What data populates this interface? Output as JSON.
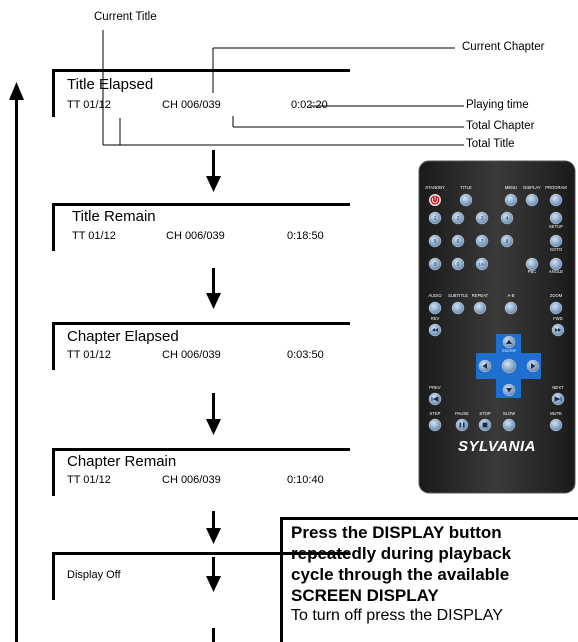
{
  "callouts": {
    "current_title": "Current Title",
    "current_chapter": "Current Chapter",
    "playing_time": "Playing time",
    "total_chapter": "Total Chapter",
    "total_title": "Total Title"
  },
  "screens": [
    {
      "heading": "Title Elapsed",
      "tt": "TT  01/12",
      "ch": "CH  006/039",
      "time": "0:02:20"
    },
    {
      "heading": "Title Remain",
      "tt": "TT  01/12",
      "ch": "CH  006/039",
      "time": "0:18:50"
    },
    {
      "heading": "Chapter Elapsed",
      "tt": "TT  01/12",
      "ch": "CH  006/039",
      "time": "0:03:50"
    },
    {
      "heading": "Chapter Remain",
      "tt": "TT  01/12",
      "ch": "CH  006/039",
      "time": "0:10:40"
    },
    {
      "heading": "Display Off"
    }
  ],
  "note": {
    "heading": "Press the DISPLAY button\nrepeatedly during playback\ncycle through the available\nSCREEN DISPLAY",
    "body": "To turn off press the DISPLAY"
  },
  "remote": {
    "brand": "SYLVANIA",
    "labels": {
      "standby": "STANDBY",
      "title": "TITLE",
      "menu": "MENU",
      "display": "DISPLAY",
      "program": "PROGRAM",
      "setup": "SETUP",
      "goto": "GOTO",
      "pbc": "PBC",
      "angle": "ANGLE",
      "audio": "AUDIO",
      "subtitle": "SUBTITLE",
      "repeat": "REPEAT",
      "ab": "A-B",
      "zoom": "ZOOM",
      "rev": "REV",
      "fwd": "FWD",
      "enter": "ENTER",
      "prev": "PREV",
      "next": "NEXT",
      "step": "STEP",
      "pause": "PAUSE",
      "stop": "STOP",
      "slow": "SLOW",
      "mute": "MUTE"
    },
    "numbers": [
      "1",
      "2",
      "3",
      "4",
      "5",
      "6",
      "7",
      "8",
      "9",
      "0",
      "10+"
    ]
  }
}
